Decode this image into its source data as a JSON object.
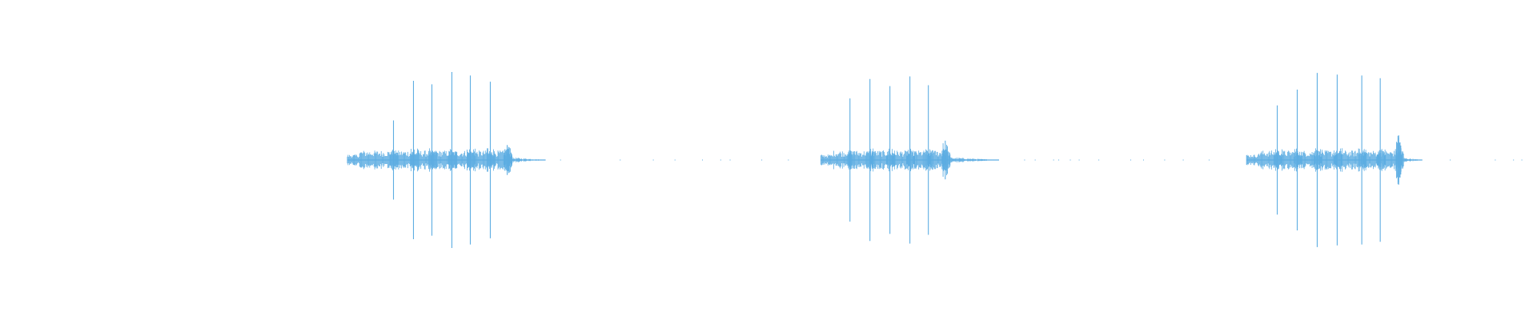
{
  "waveform": {
    "color": "#5dade2",
    "background": "#ffffff",
    "duration_fraction_note": "",
    "clips": [
      {
        "start": 0.226,
        "end": 0.355,
        "spikes": [
          {
            "t": 0.256,
            "a": 0.45
          },
          {
            "t": 0.269,
            "a": 0.9
          },
          {
            "t": 0.281,
            "a": 0.86
          },
          {
            "t": 0.294,
            "a": 1.0
          },
          {
            "t": 0.306,
            "a": 0.96
          },
          {
            "t": 0.319,
            "a": 0.89
          },
          {
            "t": 0.33,
            "a": 0.17
          }
        ]
      },
      {
        "start": 0.534,
        "end": 0.65,
        "spikes": [
          {
            "t": 0.553,
            "a": 0.7
          },
          {
            "t": 0.566,
            "a": 0.92
          },
          {
            "t": 0.579,
            "a": 0.84
          },
          {
            "t": 0.592,
            "a": 0.95
          },
          {
            "t": 0.604,
            "a": 0.85
          },
          {
            "t": 0.615,
            "a": 0.22
          }
        ]
      },
      {
        "start": 0.811,
        "end": 0.925,
        "spikes": [
          {
            "t": 0.831,
            "a": 0.62
          },
          {
            "t": 0.844,
            "a": 0.8
          },
          {
            "t": 0.857,
            "a": 0.99
          },
          {
            "t": 0.87,
            "a": 0.97
          },
          {
            "t": 0.886,
            "a": 0.96
          },
          {
            "t": 0.898,
            "a": 0.93
          },
          {
            "t": 0.91,
            "a": 0.28
          }
        ]
      }
    ],
    "sparse_dots_ranges": [
      [
        0.218,
        0.236
      ],
      [
        0.355,
        0.525
      ],
      [
        0.65,
        0.805
      ],
      [
        0.925,
        0.99
      ]
    ]
  }
}
